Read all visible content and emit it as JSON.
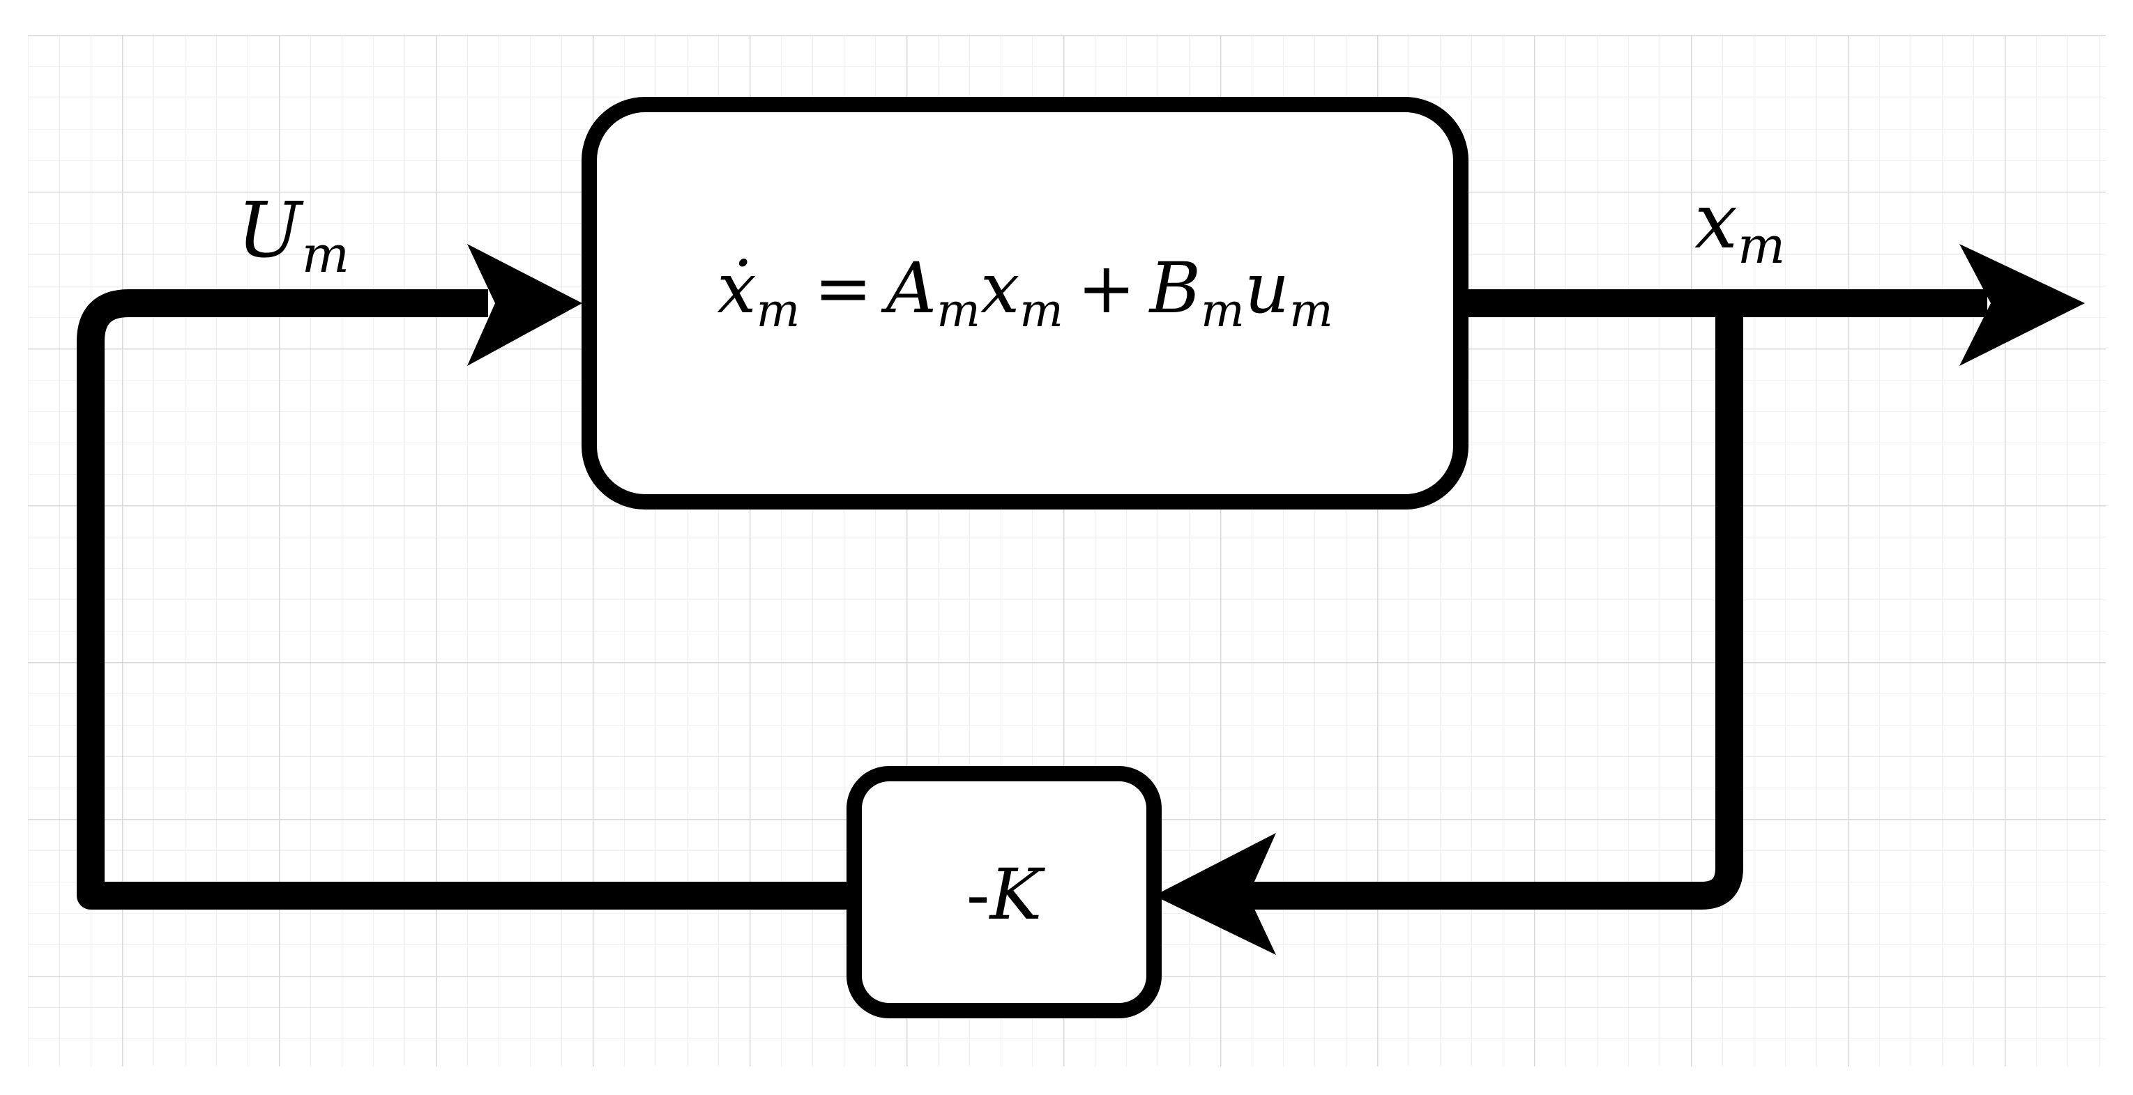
{
  "colors": {
    "background": "#ffffff",
    "grid_major": "#d9d9d9",
    "grid_minor": "#f0f0f0",
    "stroke": "#000000",
    "block_fill": "#ffffff"
  },
  "diagram": {
    "type": "block-diagram",
    "nodes": [
      {
        "id": "system",
        "kind": "rounded-rectangle"
      },
      {
        "id": "gain",
        "kind": "rounded-rectangle"
      }
    ],
    "edges": [
      {
        "from": "input",
        "to": "system",
        "label": "U_m"
      },
      {
        "from": "system",
        "to": "output",
        "label": "x_m"
      },
      {
        "from": "output-branch",
        "to": "gain"
      },
      {
        "from": "gain",
        "to": "system"
      }
    ],
    "labels": {
      "input": {
        "base": "U",
        "sub": "m"
      },
      "output": {
        "base": "x",
        "sub": "m"
      },
      "system": {
        "lhs": {
          "base": "ẋ",
          "sub": "m"
        },
        "eq": "=",
        "t1_coef": {
          "base": "A",
          "sub": "m"
        },
        "t1_var": {
          "base": "x",
          "sub": "m"
        },
        "plus": "+",
        "t2_coef": {
          "base": "B",
          "sub": "m"
        },
        "t2_var": {
          "base": "u",
          "sub": "m"
        }
      },
      "gain": {
        "sign": "-",
        "base": "K"
      }
    }
  }
}
